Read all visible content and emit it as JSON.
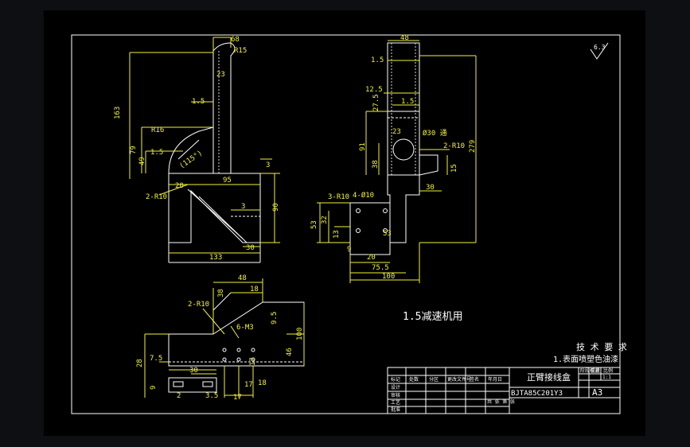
{
  "view1": {
    "dims": {
      "top_width": "68",
      "top_radius": "R15",
      "height_total": "163",
      "dim_79": "79",
      "dim_49": "49",
      "radius_r16": "R16",
      "dim_1_5": "1.5",
      "angle_115": "(115°)",
      "dim_23": "23",
      "dim_1_5_b": "1.5",
      "dim_3": "3",
      "radius_2r10": "2-R10",
      "dim_20": "20",
      "dim_95": "95",
      "dim_3_b": "3",
      "dim_90": "90",
      "dim_30": "30",
      "dim_133": "133"
    }
  },
  "view2": {
    "dims": {
      "top_width": "48",
      "dim_1_5": "1.5",
      "dim_12_5": "12.5",
      "dim_1_5_b": "1.5",
      "dim_27_5": "27.5",
      "hole": "Ø30 通",
      "dim_23": "23",
      "dim_91": "91",
      "dim_38": "38",
      "dim_279": "279",
      "radius_2r10": "2-R10",
      "dim_15": "15",
      "dim_30": "30",
      "radius_3r10": "3-R10",
      "hole_4": "4-Ø10",
      "dim_53": "53",
      "dim_32": "32",
      "dim_13": "13",
      "dim_9": "9",
      "dim_20": "20",
      "dim_75_5": "75.5",
      "dim_100": "100",
      "dim_53_b": "53"
    }
  },
  "view3": {
    "dims": {
      "dim_48": "48",
      "dim_18": "18",
      "dim_38": "38",
      "radius_2r10": "2-R10",
      "thread": "6-M3",
      "dim_9_5": "9.5",
      "dim_100": "100",
      "dim_46": "46",
      "dim_28": "28",
      "dim_7_5": "7.5",
      "dim_9": "9",
      "dim_30": "30",
      "dim_17": "17",
      "dim_17_b": "17",
      "dim_2": "2",
      "dim_3_5": "3.5",
      "dim_17_c": "17",
      "dim_18_b": "18"
    }
  },
  "note_label": "1.5减速机用",
  "roughness": "6.3",
  "tech": {
    "heading": "技 术 要 求",
    "line1": "1.表面喷塑色油漆"
  },
  "title_block": {
    "part_name": "正臂接线盒",
    "drawing_no": "BJTA85C201Y3",
    "size": "A3",
    "scale_box": "1:1",
    "row_labels_top": [
      "标记",
      "处数",
      "分区",
      "更改文件号",
      "签名",
      "年月日"
    ],
    "row_labels_bottom": [
      "设计",
      "审核",
      "工艺",
      "批准"
    ],
    "sheet": "共 张 第 张",
    "weight_labels": [
      "阶段标记",
      "重量",
      "比例"
    ]
  }
}
